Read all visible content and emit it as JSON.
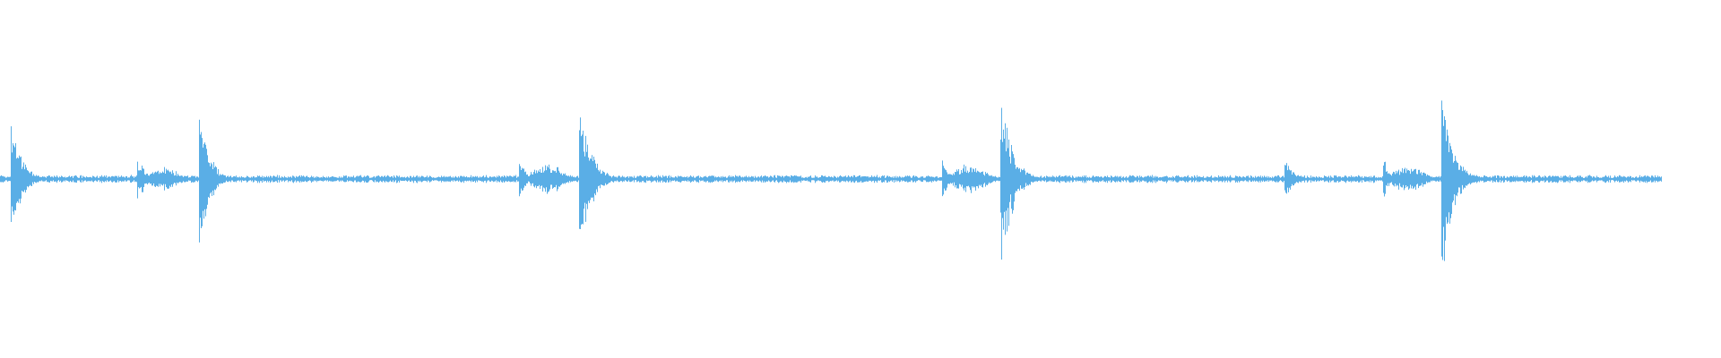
{
  "waveform": {
    "color": "#5aaee6",
    "background": "#ffffff",
    "baseline_amplitude": 0.02,
    "end_position": 0.965,
    "events": [
      {
        "t": 0.007,
        "amplitude": 0.28,
        "decay": 0.006,
        "kind": "transient"
      },
      {
        "t": 0.08,
        "amplitude": 0.1,
        "decay": 0.003,
        "kind": "click"
      },
      {
        "t": 0.083,
        "amplitude": 0.07,
        "decay": 0.003,
        "kind": "click"
      },
      {
        "t": 0.095,
        "amplitude": 0.06,
        "decay": 0.008,
        "kind": "swell"
      },
      {
        "t": 0.116,
        "amplitude": 0.44,
        "decay": 0.005,
        "kind": "transient"
      },
      {
        "t": 0.302,
        "amplitude": 0.12,
        "decay": 0.003,
        "kind": "click"
      },
      {
        "t": 0.318,
        "amplitude": 0.08,
        "decay": 0.008,
        "kind": "swell"
      },
      {
        "t": 0.337,
        "amplitude": 0.44,
        "decay": 0.006,
        "kind": "transient"
      },
      {
        "t": 0.548,
        "amplitude": 0.12,
        "decay": 0.003,
        "kind": "click"
      },
      {
        "t": 0.555,
        "amplitude": 0.06,
        "decay": 0.003,
        "kind": "click"
      },
      {
        "t": 0.563,
        "amplitude": 0.08,
        "decay": 0.008,
        "kind": "swell"
      },
      {
        "t": 0.582,
        "amplitude": 0.48,
        "decay": 0.006,
        "kind": "transient"
      },
      {
        "t": 0.747,
        "amplitude": 0.1,
        "decay": 0.005,
        "kind": "transient"
      },
      {
        "t": 0.804,
        "amplitude": 0.12,
        "decay": 0.003,
        "kind": "click"
      },
      {
        "t": 0.818,
        "amplitude": 0.07,
        "decay": 0.008,
        "kind": "swell"
      },
      {
        "t": 0.838,
        "amplitude": 0.54,
        "decay": 0.006,
        "kind": "transient"
      }
    ]
  }
}
